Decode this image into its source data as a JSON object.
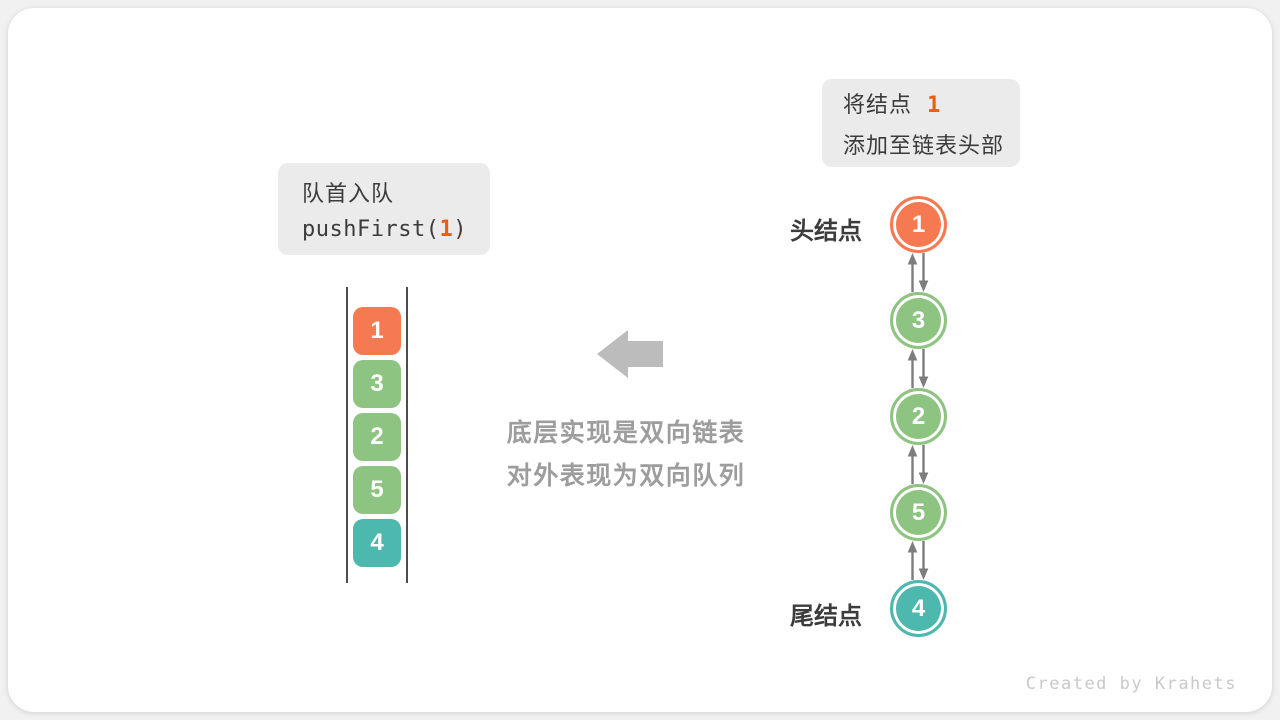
{
  "operation_label": {
    "title": "队首入队",
    "code_prefix": "pushFirst(",
    "code_arg": "1",
    "code_suffix": ")"
  },
  "annotation": {
    "prefix": "将结点",
    "value": "1",
    "line2": "添加至链表头部"
  },
  "note": {
    "line1": "底层实现是双向链表",
    "line2": "对外表现为双向队列"
  },
  "queue": {
    "items": [
      {
        "value": "1",
        "color": "#f57a52"
      },
      {
        "value": "3",
        "color": "#8ec482"
      },
      {
        "value": "2",
        "color": "#8ec482"
      },
      {
        "value": "5",
        "color": "#8ec482"
      },
      {
        "value": "4",
        "color": "#4db8ad"
      }
    ]
  },
  "list": {
    "head_label": "头结点",
    "tail_label": "尾结点",
    "nodes": [
      {
        "value": "1",
        "color": "#f57a52"
      },
      {
        "value": "3",
        "color": "#8ec482"
      },
      {
        "value": "2",
        "color": "#8ec482"
      },
      {
        "value": "5",
        "color": "#8ec482"
      },
      {
        "value": "4",
        "color": "#4db8ad"
      }
    ]
  },
  "footer": {
    "credit": "Created by Krahets"
  },
  "colors": {
    "highlight_orange": "#e85d10",
    "block_arrow_gray": "#bcbcbc",
    "node_arrow_gray": "#7d7d7d",
    "label_box_bg": "#ebebeb",
    "rail_gray": "#4d4d4d",
    "note_gray": "#9d9d9d"
  }
}
